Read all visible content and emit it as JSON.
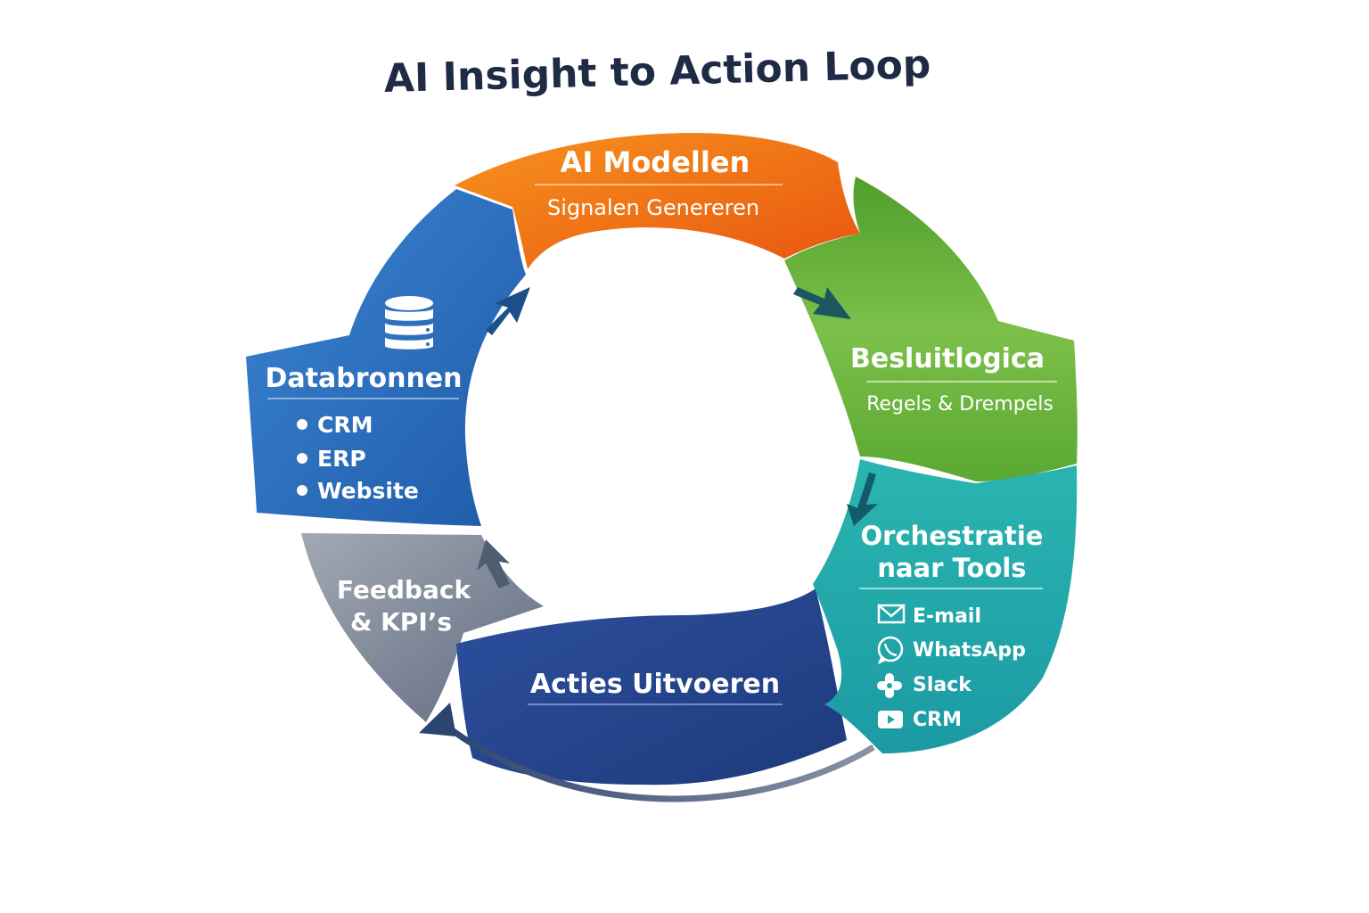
{
  "title": "AI Insight to Action Loop",
  "colors": {
    "title": "#1f2a44",
    "ai_models": "#f07a12",
    "decision_logic": "#5fb43a",
    "orchestration": "#1fa8a8",
    "actions": "#28468f",
    "feedback": "#7b8494",
    "data_sources": "#2a6bbf",
    "arrow": "#1d3f6e"
  },
  "segments": {
    "ai_models": {
      "title": "AI Modellen",
      "subtitle": "Signalen Genereren"
    },
    "decision_logic": {
      "title": "Besluitlogica",
      "subtitle": "Regels & Drempels"
    },
    "orchestration": {
      "title_line1": "Orchestratie",
      "title_line2": "naar Tools",
      "tools": [
        {
          "label": "E-mail",
          "icon": "envelope-icon"
        },
        {
          "label": "WhatsApp",
          "icon": "whatsapp-icon"
        },
        {
          "label": "Slack",
          "icon": "slack-icon"
        },
        {
          "label": "CRM",
          "icon": "crm-icon"
        }
      ]
    },
    "actions": {
      "title": "Acties Uitvoeren"
    },
    "feedback": {
      "title_line1": "Feedback",
      "title_line2": "& KPI’s"
    },
    "data_sources": {
      "title": "Databronnen",
      "icon": "database-icon",
      "items": [
        "CRM",
        "ERP",
        "Website"
      ]
    }
  }
}
